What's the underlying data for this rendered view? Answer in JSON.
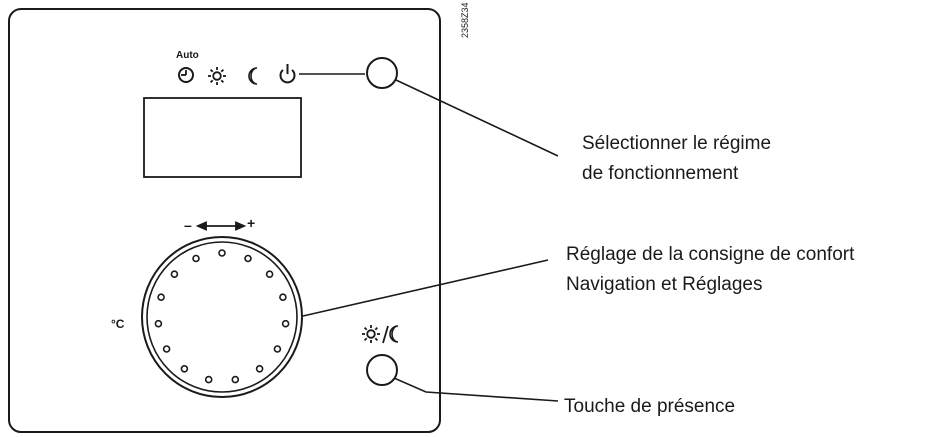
{
  "device": {
    "ref_code": "2358Z34",
    "mode_auto_label": "Auto",
    "temperature_unit": "°C",
    "dial_minus": "–",
    "dial_plus": "+"
  },
  "callouts": {
    "mode_select": {
      "line1": "Sélectionner le régime",
      "line2": "de fonctionnement"
    },
    "dial": {
      "line1": "Réglage de la consigne de confort",
      "line2": "Navigation et Réglages"
    },
    "presence": {
      "line1": "Touche de présence"
    }
  },
  "icons": [
    "clock-icon",
    "sun-icon",
    "moon-icon",
    "power-icon",
    "sun-moon-icon"
  ],
  "dial": {
    "dot_count": 15
  }
}
